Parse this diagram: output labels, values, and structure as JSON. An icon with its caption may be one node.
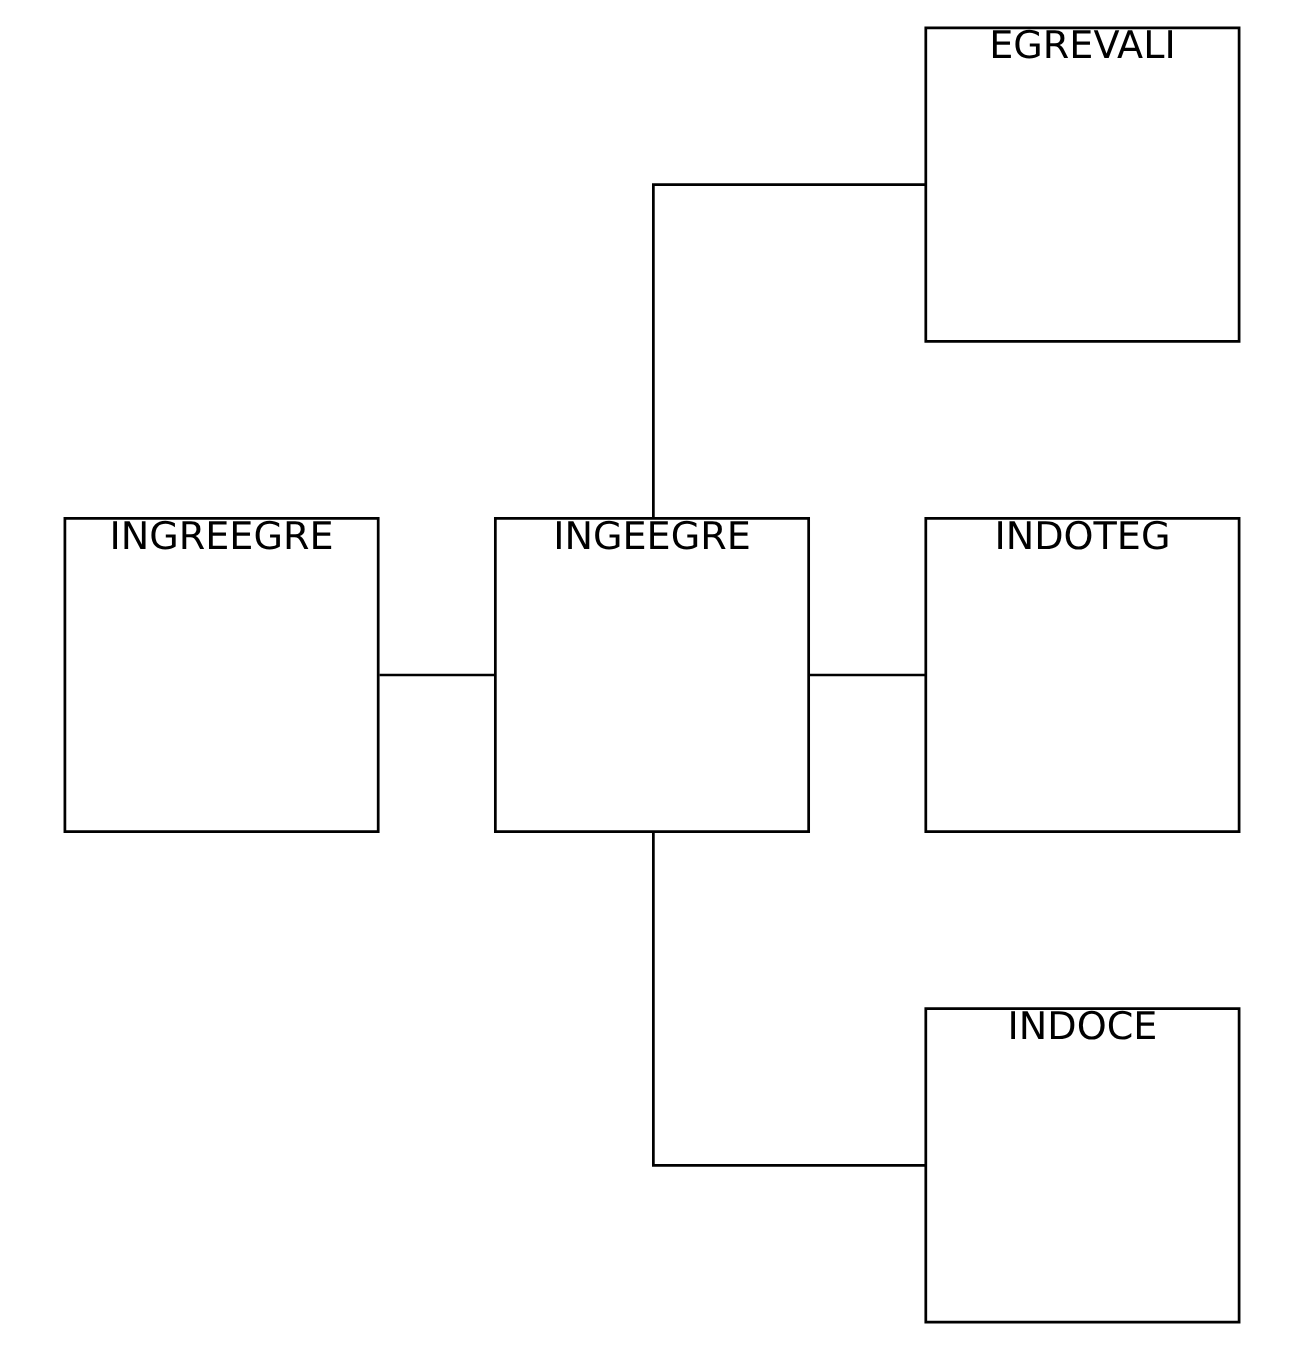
{
  "diagram": {
    "nodes": [
      {
        "text": [
          "INGREEGRE"
        ]
      },
      {
        "text": [
          "INGEEGRE"
        ]
      },
      {
        "text": [
          "EGREVALI"
        ]
      },
      {
        "text": [
          "INDOTEG"
        ]
      },
      {
        "text": [
          "INDOCE"
        ]
      }
    ],
    "edges": [
      {
        "from": 0,
        "to": 1,
        "arrow": "none"
      },
      {
        "from": 1,
        "to": 2,
        "arrow": "none"
      },
      {
        "from": 1,
        "to": 3,
        "arrow": "none"
      },
      {
        "from": 1,
        "to": 4,
        "arrow": "none"
      }
    ]
  }
}
